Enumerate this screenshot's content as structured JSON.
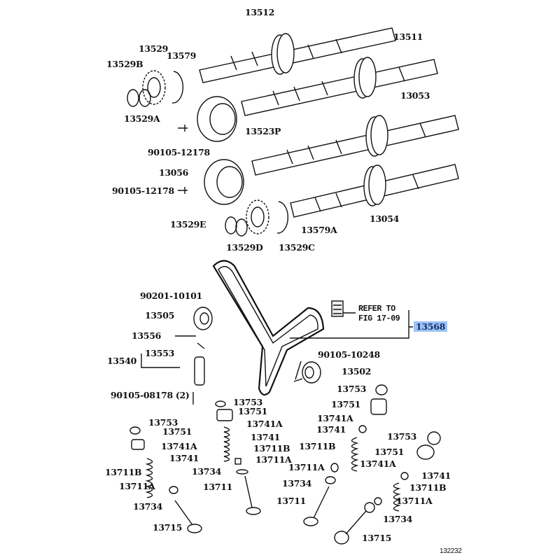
{
  "diagram": {
    "labels": [
      "13512",
      "13511",
      "13529",
      "13579",
      "13529B",
      "13529A",
      "13523P",
      "90105-12178",
      "13053",
      "13056",
      "90105-12178",
      "13054",
      "13529E",
      "13579A",
      "13529D",
      "13529C",
      "90201-10101",
      "REFER TO",
      "FIG 17-09",
      "13505",
      "13568",
      "13556",
      "13553",
      "13540",
      "90105-10248",
      "13502",
      "90105-08178 (2)"
    ],
    "center_valve": [
      "13753",
      "13751",
      "13741A",
      "13741",
      "13711B",
      "13711A",
      "13734",
      "13711"
    ],
    "left_valve": [
      "13753",
      "13751",
      "13741A",
      "13741",
      "13711B",
      "13711A",
      "13734",
      "13715"
    ],
    "right_upper_valve": [
      "13753",
      "13751",
      "13741A",
      "13741",
      "13711B",
      "13711A",
      "13734",
      "13711"
    ],
    "right_lower_valve": [
      "13753",
      "13751",
      "13741A",
      "13741",
      "13711B",
      "13711A",
      "13734",
      "13715"
    ],
    "figure_number": "132232",
    "highlight_color": "#9ec3f5"
  }
}
